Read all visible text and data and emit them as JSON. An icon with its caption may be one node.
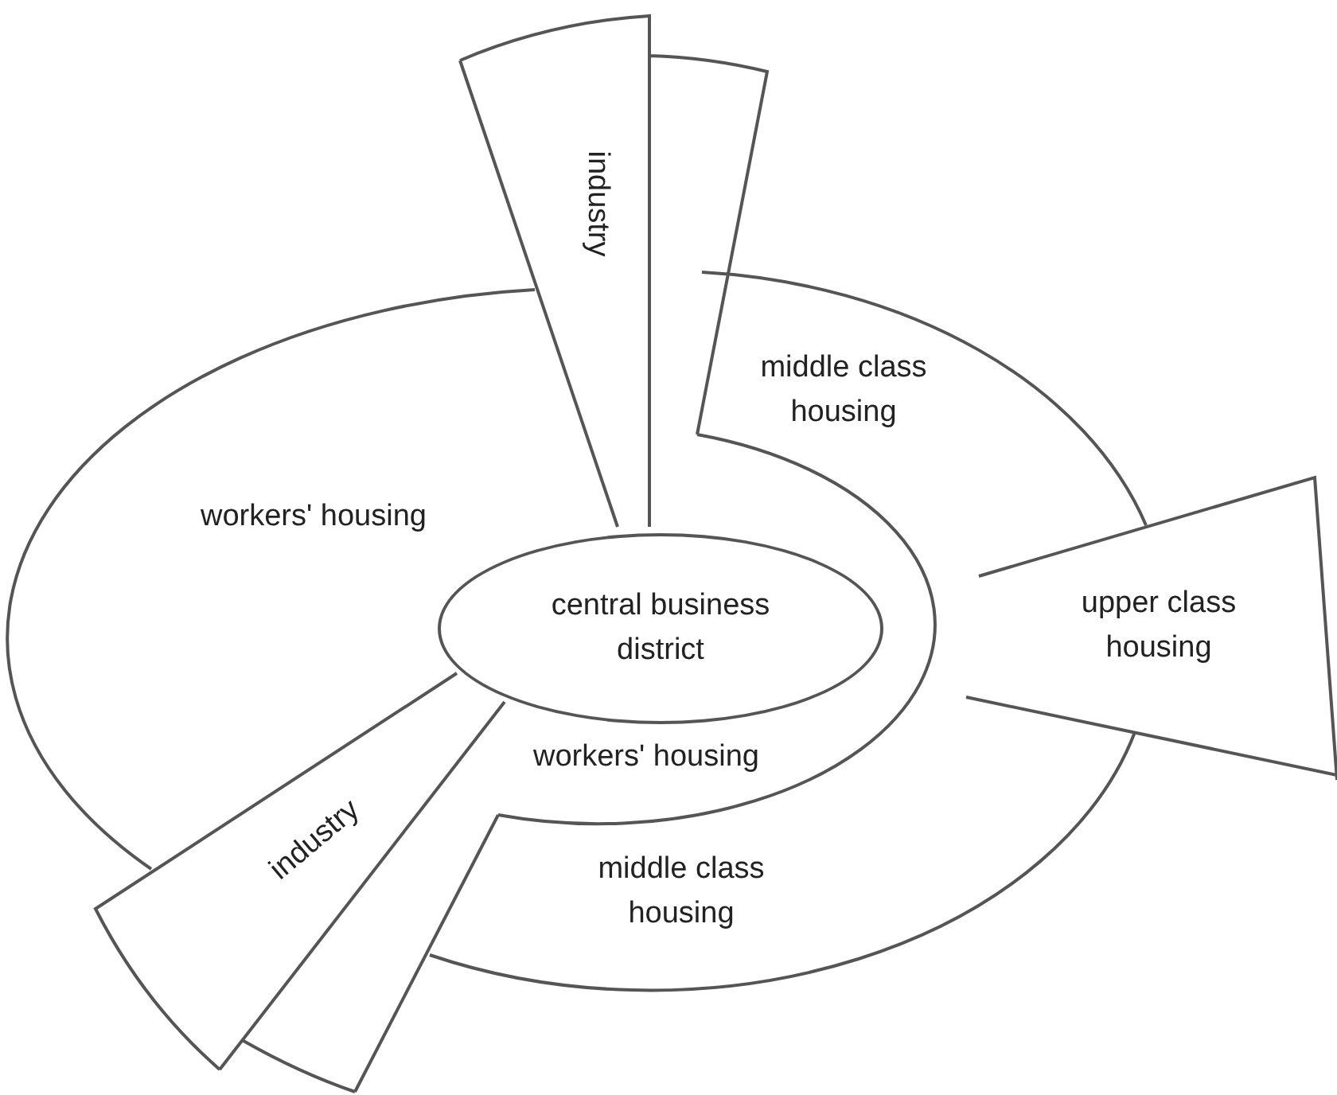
{
  "diagram": {
    "nodes": [
      {
        "text": [
          "industry"
        ]
      },
      {
        "text": [
          "middle class housing"
        ]
      },
      {
        "text": [
          "workers' housing"
        ]
      },
      {
        "text": [
          "upper class housing"
        ]
      },
      {
        "text": [
          "central business district"
        ]
      },
      {
        "text": [
          "workers' housing"
        ]
      },
      {
        "text": [
          "industry"
        ]
      },
      {
        "text": [
          "middle class housing"
        ]
      }
    ]
  }
}
